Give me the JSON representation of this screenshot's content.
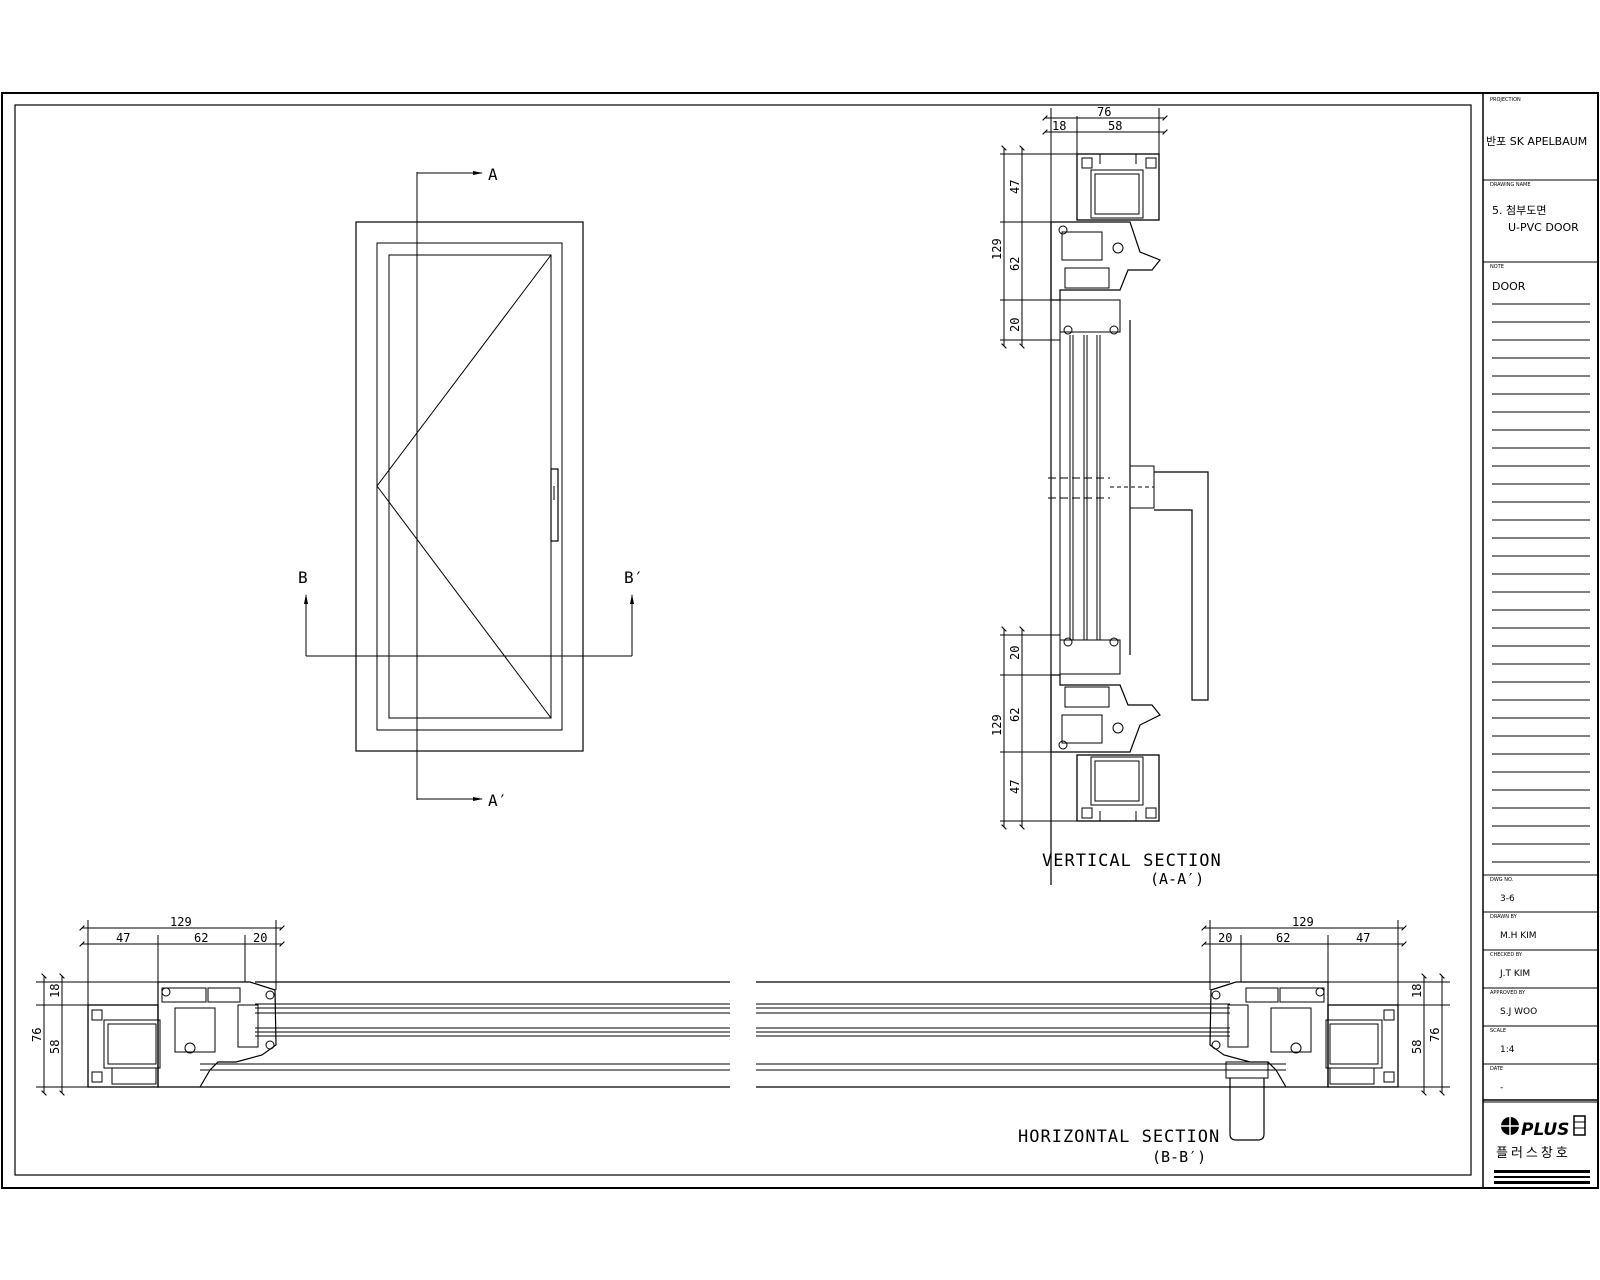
{
  "elevation": {
    "marks": {
      "a": "A",
      "a_prime": "A′",
      "b": "B",
      "b_prime": "B′"
    }
  },
  "vertical_section": {
    "title": "VERTICAL SECTION",
    "subtitle": "(A-A′)",
    "dims": {
      "total_width": "76",
      "width_left": "18",
      "width_right": "58",
      "top_total": "129",
      "top_a": "47",
      "top_b": "62",
      "top_c": "20",
      "bot_c": "20",
      "bot_b": "62",
      "bot_total": "129",
      "bot_a": "47"
    }
  },
  "horizontal_section": {
    "title": "HORIZONTAL SECTION",
    "subtitle": "(B-B′)",
    "left_dims": {
      "total": "129",
      "a": "47",
      "b": "62",
      "c": "20",
      "h_total": "76",
      "h_a": "18",
      "h_b": "58"
    },
    "right_dims": {
      "total": "129",
      "a": "20",
      "b": "62",
      "c": "47",
      "h_total": "76",
      "h_a": "18",
      "h_b": "58"
    }
  },
  "title_block": {
    "projection_label": "PROJECTION",
    "projection_value": "반포 SK APELBAUM",
    "drawing_name_label": "DRAWING NAME",
    "drawing_name_line1": "5. 첨부도면",
    "drawing_name_line2": "U-PVC DOOR",
    "note_label": "NOTE",
    "note_value": "DOOR",
    "dwg_no_label": "DWG NO.",
    "dwg_no_value": "3-6",
    "drawn_by_label": "DRAWN BY",
    "drawn_by_value": "M.H  KIM",
    "checked_by_label": "CHECKED BY",
    "checked_by_value": "J.T  KIM",
    "approved_by_label": "APPROVED BY",
    "approved_by_value": "S.J  WOO",
    "scale_label": "SCALE",
    "scale_value": "1:4",
    "date_label": "DATE",
    "date_value": "-",
    "logo_text": "PLUS",
    "company_name": "플러스창호"
  }
}
